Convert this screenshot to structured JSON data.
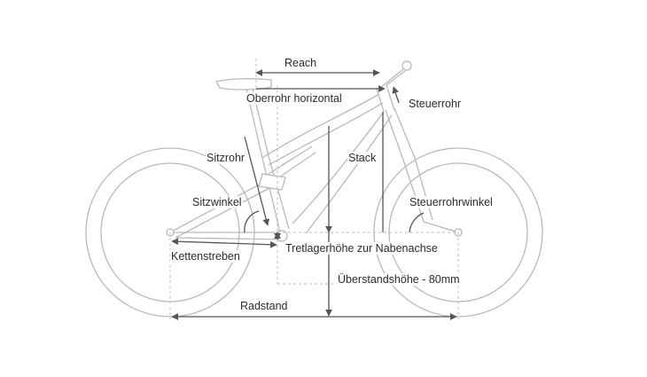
{
  "labels": {
    "reach": "Reach",
    "oberrohr": "Oberrohr horizontal",
    "steuerrohr": "Steuerrohr",
    "sitzrohr": "Sitzrohr",
    "stack": "Stack",
    "sitzwinkel": "Sitzwinkel",
    "steuerrohrwinkel": "Steuerrohrwinkel",
    "kettenstreben": "Kettenstreben",
    "tretlager": "Tretlagerhöhe zur Nabenachse",
    "ueberstand": "Überstandshöhe - 80mm",
    "radstand": "Radstand"
  },
  "colors": {
    "frame_line": "#b9b9b9",
    "dimension_line": "#555555",
    "label_text": "#2b2b2b"
  }
}
